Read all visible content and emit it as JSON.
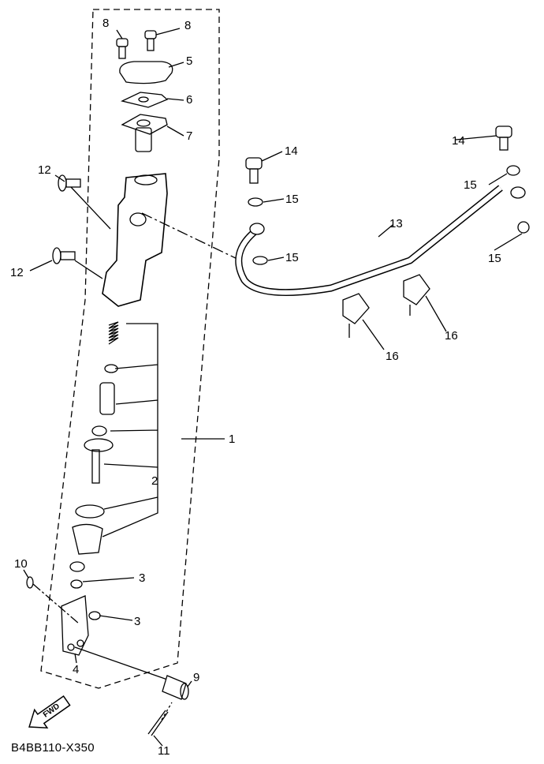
{
  "diagram_code": "B4BB110-X350",
  "fwd_arrow_text": "FWD",
  "callouts": [
    "8",
    "8",
    "5",
    "6",
    "7",
    "12",
    "12",
    "14",
    "15",
    "15",
    "13",
    "14",
    "15",
    "15",
    "16",
    "16",
    "1",
    "2",
    "3",
    "3",
    "10",
    "4",
    "9",
    "11"
  ],
  "colors": {
    "line": "#000000",
    "background": "#ffffff"
  }
}
